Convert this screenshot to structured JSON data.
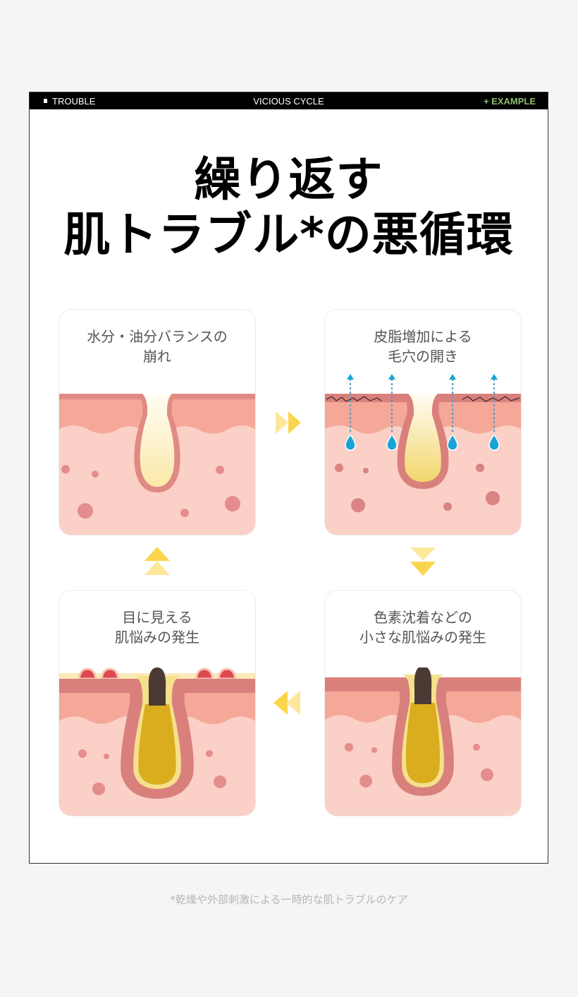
{
  "header": {
    "left_label": "TROUBLE",
    "center_label": "VICIOUS CYCLE",
    "right_label": "+ EXAMPLE",
    "accent_color": "#8ebd6a"
  },
  "title": {
    "line1": "繰り返す",
    "line2": "肌トラブル*の悪循環"
  },
  "cycle": {
    "steps": [
      {
        "position": "top-left",
        "line1": "水分・油分バランスの",
        "line2": "崩れ",
        "illustration": "pore-balanced"
      },
      {
        "position": "top-right",
        "line1": "皮脂増加による",
        "line2": "毛穴の開き",
        "illustration": "pore-enlarged-moisture-loss"
      },
      {
        "position": "bottom-right",
        "line1": "色素沈着などの",
        "line2": "小さな肌悩みの発生",
        "illustration": "pore-clogged"
      },
      {
        "position": "bottom-left",
        "line1": "目に見える",
        "line2": "肌悩みの発生",
        "illustration": "pore-clogged-inflamed"
      }
    ],
    "arrows": [
      {
        "direction": "right",
        "icon": "double-chevron-right-icon"
      },
      {
        "direction": "down",
        "icon": "double-chevron-down-icon"
      },
      {
        "direction": "left",
        "icon": "double-chevron-left-icon"
      },
      {
        "direction": "up",
        "icon": "double-chevron-up-icon"
      }
    ],
    "colors": {
      "arrow": "#fbd64c",
      "skin_top": "#f5a898",
      "skin_deep": "#fbd0c6",
      "pore_wall": "#d9807c",
      "sebum": "#d9ad1e",
      "water_drop": "#19a3d6"
    }
  },
  "footnote": "*乾燥や外部刺激による一時的な肌トラブルのケア"
}
